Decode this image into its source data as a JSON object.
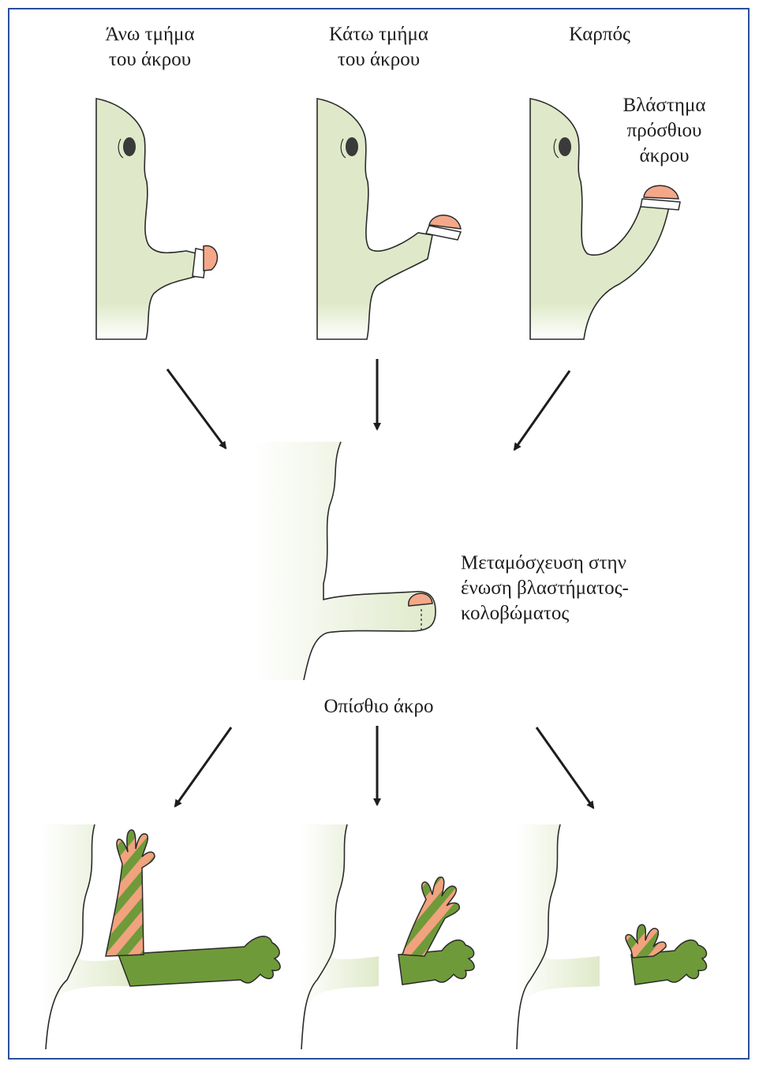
{
  "labels": {
    "col1_line1": "Άνω τμήμα",
    "col1_line2": "του άκρου",
    "col2_line1": "Κάτω τμήμα",
    "col2_line2": "του άκρου",
    "col3": "Καρπός",
    "blastema_line1": "Βλάστημα",
    "blastema_line2": "πρόσθιου",
    "blastema_line3": "άκρου",
    "graft_line1": "Μεταμόσχευση στην",
    "graft_line2": "ένωση βλαστήματος-",
    "graft_line3": "κολοβώματος",
    "hindlimb": "Οπίσθιο άκρο"
  },
  "colors": {
    "frame": "#2a4f9c",
    "body": "#dfe9c9",
    "outline": "#2b2b2b",
    "blastema": "#f4a889",
    "regenerated_limb": "#6f9a3a",
    "stripe": "#f1a27e"
  }
}
